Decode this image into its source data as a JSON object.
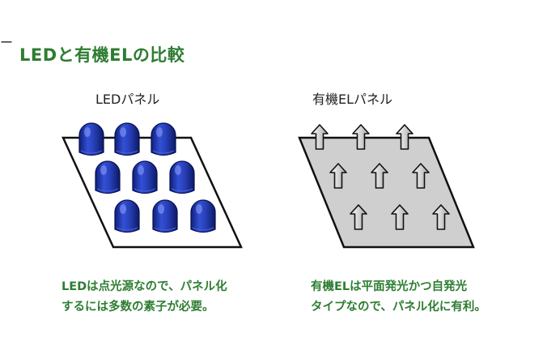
{
  "edge_mark": "ー",
  "title": "LEDと有機ELの比較",
  "panels": {
    "led": {
      "label": "LEDパネル",
      "caption": [
        "LEDは点光源なので、パネル化",
        "するには多数の素子が必要。"
      ]
    },
    "oled": {
      "label": "有機ELパネル",
      "caption": [
        "有機ELは平面発光かつ自発光",
        "タイプなので、パネル化に有利。"
      ]
    }
  },
  "colors": {
    "title": "#2e7d32",
    "caption": "#2e7d32",
    "led_body": "#1a2f9a",
    "oled_panel": "#cfcfcf"
  }
}
